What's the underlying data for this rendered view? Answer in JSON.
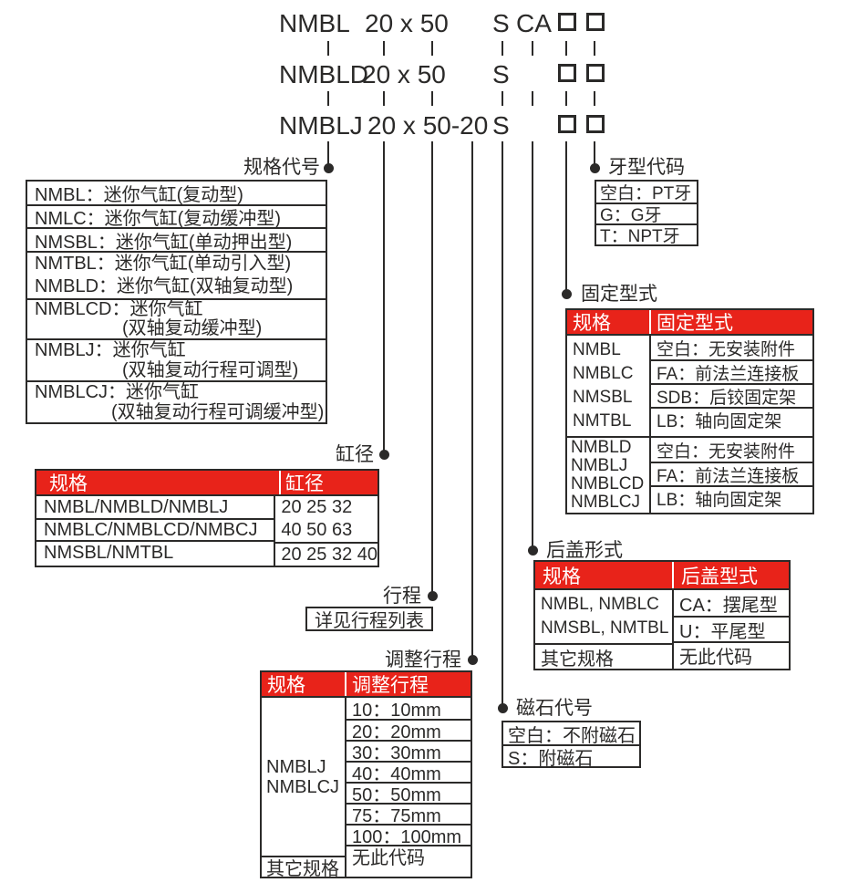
{
  "colors": {
    "accent": "#e8231a",
    "line": "#2b2a29"
  },
  "model_rows": [
    {
      "code": "NMBL",
      "size": "20 x 50",
      "magnet": "S",
      "rear_cover": "CA"
    },
    {
      "code": "NMBLD",
      "size": "20 x 50",
      "magnet": "S"
    },
    {
      "code": "NMBLJ",
      "size": "20 x 50-20",
      "magnet": "S"
    }
  ],
  "spec_code": {
    "label": "规格代号",
    "rows": [
      {
        "line1": "NMBL：迷你气缸(复动型)"
      },
      {
        "line1": "NMLC：迷你气缸(复动缓冲型)"
      },
      {
        "line1": "NMSBL：迷你气缸(单动押出型)"
      },
      {
        "line1": "NMTBL：迷你气缸(单动引入型)",
        "line2": "NMBLD：迷你气缸(双轴复动型)"
      },
      {
        "line1": "NMBLCD：迷你气缸",
        "line2": "(双轴复动缓冲型)"
      },
      {
        "line1": "NMBLJ：迷你气缸",
        "line2": "(双轴复动行程可调型)"
      },
      {
        "line1": "NMBLCJ：迷你气缸",
        "line2": "(双轴复动行程可调缓冲型)"
      }
    ]
  },
  "bore": {
    "label": "缸径",
    "header": {
      "spec": "规格",
      "bore": "缸径"
    },
    "group_specs": [
      "NMBL/NMBLD/NMBLJ",
      "NMBLC/NMBLCD/NMBCJ"
    ],
    "group_bores": [
      "20 25 32",
      "40 50 63"
    ],
    "row3": {
      "spec": "NMSBL/NMTBL",
      "bore": "20 25 32 40"
    }
  },
  "stroke": {
    "label": "行程",
    "note": "详见行程列表"
  },
  "adjust_stroke": {
    "label": "调整行程",
    "header": {
      "spec": "规格",
      "value": "调整行程"
    },
    "spec_line1": "NMBLJ",
    "spec_line2": "NMBLCJ",
    "values": [
      "10：10mm",
      "20：20mm",
      "30：30mm",
      "40：40mm",
      "50：50mm",
      "75：75mm",
      "100：100mm"
    ],
    "other_spec": "其它规格",
    "other_value": "无此代码"
  },
  "magnet": {
    "label": "磁石代号",
    "rows": [
      "空白：不附磁石",
      "S：附磁石"
    ]
  },
  "rear_cover": {
    "label": "后盖形式",
    "header": {
      "spec": "规格",
      "type": "后盖型式"
    },
    "spec_line1": "NMBL, NMBLC",
    "spec_line2": "NMSBL, NMTBL",
    "options": [
      "CA：摆尾型",
      "U：平尾型"
    ],
    "other_spec": "其它规格",
    "other_value": "无此代码"
  },
  "mounting": {
    "label": "固定型式",
    "header": {
      "spec": "规格",
      "type": "固定型式"
    },
    "groups": [
      {
        "specs": [
          "NMBL",
          "NMBLC",
          "NMSBL",
          "NMTBL"
        ],
        "options": [
          "空白：无安装附件",
          "FA：前法兰连接板",
          "SDB：后铰固定架",
          "LB：轴向固定架"
        ]
      },
      {
        "specs": [
          "NMBLD",
          "NMBLJ",
          "NMBLCD",
          "NMBLCJ"
        ],
        "options": [
          "空白：无安装附件",
          "FA：前法兰连接板",
          "LB：轴向固定架"
        ]
      }
    ]
  },
  "thread": {
    "label": "牙型代码",
    "rows": [
      "空白：PT牙",
      "G：G牙",
      "T：NPT牙"
    ]
  }
}
